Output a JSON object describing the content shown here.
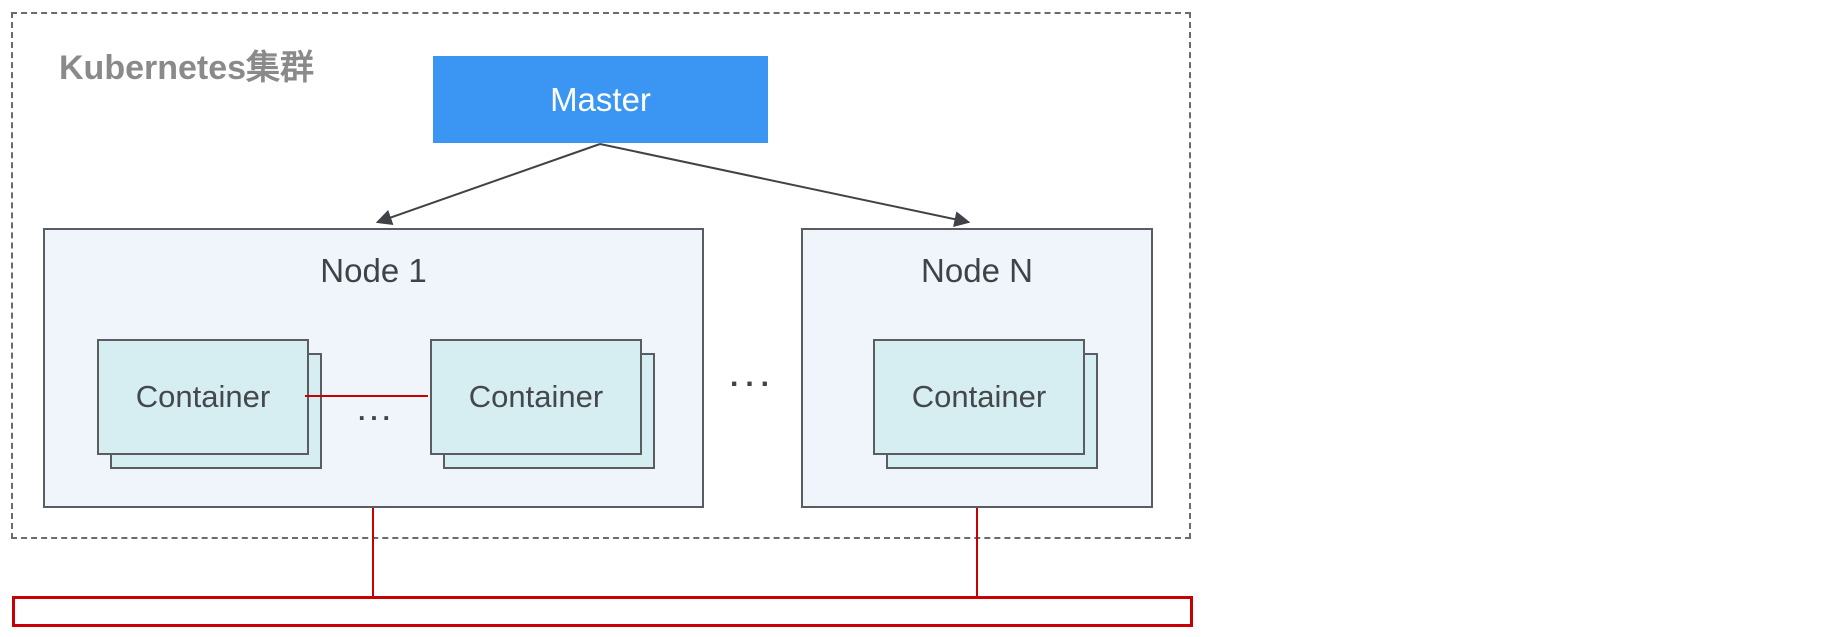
{
  "cluster": {
    "title": "Kubernetes集群",
    "nodes_ellipsis": "..."
  },
  "master": {
    "label": "Master"
  },
  "nodes": [
    {
      "label": "Node 1",
      "containers": [
        "Container",
        "Container"
      ],
      "containers_ellipsis": "..."
    },
    {
      "label": "Node N",
      "containers": [
        "Container"
      ]
    }
  ],
  "colors": {
    "master_fill": "#3b95f2",
    "master_text": "#ffffff",
    "node_fill": "#f0f5fb",
    "container_fill": "#d6eef1",
    "shape_border": "#595d62",
    "cluster_dashed_border": "#6b6b6b",
    "network_red": "#c80000",
    "title_gray": "#8a8a8a",
    "arrow_color": "#3f4348"
  }
}
